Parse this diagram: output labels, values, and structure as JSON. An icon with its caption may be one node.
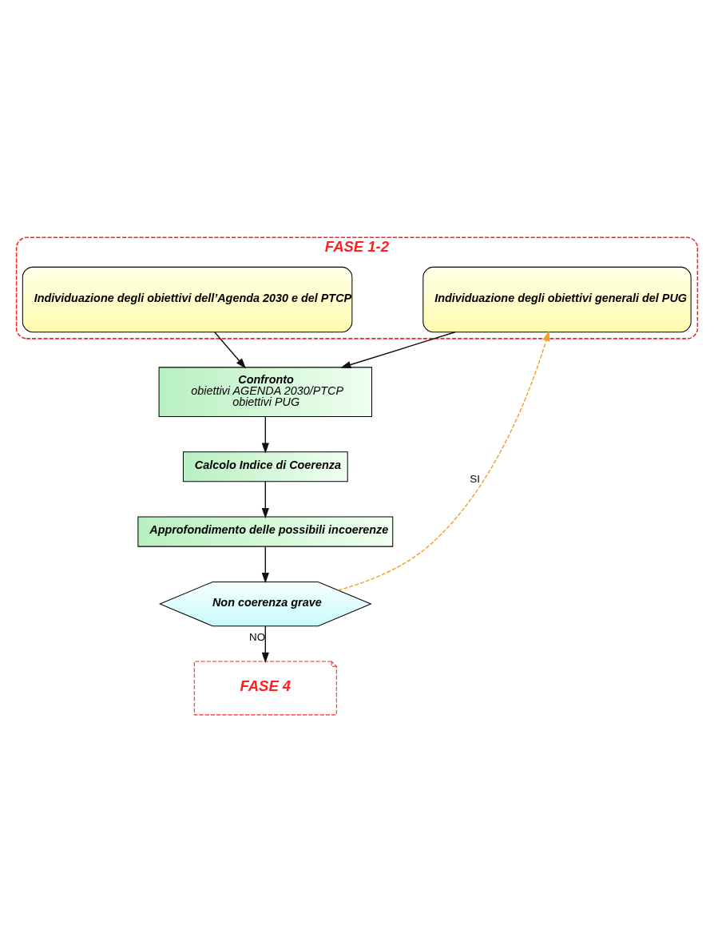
{
  "diagram": {
    "nodes": [
      {
        "text": [
          "FASE 1-2"
        ]
      },
      {
        "text": [
          "Individuazione degli obiettivi generali del PUG"
        ],
        "in": 0
      },
      {
        "text": [
          "Individuazione degli obiettivi dell’Agenda 2030 e del PTCP"
        ],
        "in": 0
      },
      {
        "text": [
          "Confronto",
          "obiettivi AGENDA 2030/PTCP",
          "obiettivi PUG"
        ]
      },
      {
        "text": [
          "Calcolo Indice di Coerenza"
        ]
      },
      {
        "text": [
          "Approfondimento delle possibili incoerenze"
        ]
      },
      {
        "text": [
          "Non coerenza grave"
        ]
      },
      {
        "text": [
          "FASE 4"
        ]
      }
    ],
    "edges": [
      {
        "from": 1,
        "to": 3,
        "arrow": "to"
      },
      {
        "from": 2,
        "to": 3,
        "arrow": "to"
      },
      {
        "from": 3,
        "to": 4,
        "arrow": "to"
      },
      {
        "from": 4,
        "to": 5,
        "arrow": "to"
      },
      {
        "from": 5,
        "to": 6,
        "arrow": "to"
      },
      {
        "from": 6,
        "to": 1,
        "arrow": "to",
        "label": "SI",
        "style": "dashed",
        "color": "#f5a02a"
      },
      {
        "from": 6,
        "to": 7,
        "arrow": "to",
        "label": "NO"
      }
    ]
  }
}
